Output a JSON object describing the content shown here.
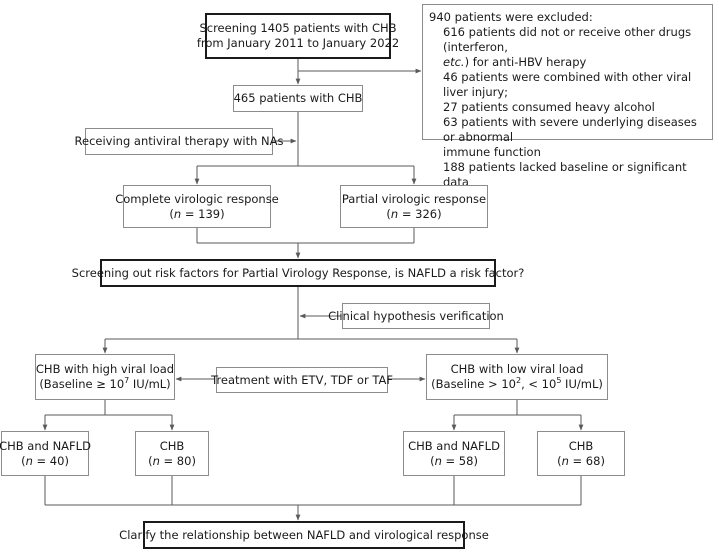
{
  "screening": {
    "line1": "Screening 1405 patients with CHB",
    "line2": "from January 2011 to January 2022"
  },
  "excluded": {
    "heading": "940 patients were excluded:",
    "item1_pre": "616 patients did not or receive other drugs (interferon,",
    "item1_etc": "etc.",
    "item1_post": ") for anti-HBV herapy",
    "item2": "46 patients were combined with other viral liver injury;",
    "item3": "27 patients consumed heavy alcohol",
    "item4a": "63 patients with severe underlying diseases or abnormal",
    "item4b": "immune function",
    "item5": "188 patients lacked baseline or significant data"
  },
  "chb465": "465 patients with CHB",
  "antiviral": "Receiving antiviral therapy with NAs",
  "complete": {
    "label": "Complete virologic response",
    "n_prefix": "n",
    "n_value": " = 139)"
  },
  "partial": {
    "label": "Partial virologic response",
    "n_prefix": "n",
    "n_value": " = 326)"
  },
  "risk": "Screening out risk factors for Partial Virology Response, is NAFLD a risk factor?",
  "clinical": "Clinical hypothesis verification",
  "high_load": {
    "label": "CHB with high viral load",
    "baseline_pre": "(Baseline ≥ 10",
    "baseline_exp": "7",
    "baseline_post": " IU/mL)"
  },
  "treatment": "Treatment with ETV, TDF or TAF",
  "low_load": {
    "label": "CHB with low viral load",
    "baseline_pre": "(Baseline > 10",
    "baseline_exp1": "2",
    "baseline_mid": ", < 10",
    "baseline_exp2": "5",
    "baseline_post": " IU/mL)"
  },
  "groups": [
    {
      "label": "CHB and NAFLD",
      "n_prefix": "n",
      "n_value": " = 40)"
    },
    {
      "label": "CHB",
      "n_prefix": "n",
      "n_value": " = 80)"
    },
    {
      "label": "CHB and NAFLD",
      "n_prefix": "n",
      "n_value": " = 58)"
    },
    {
      "label": "CHB",
      "n_prefix": "n",
      "n_value": " = 68)"
    }
  ],
  "clarify": "Clarify the relationship between NAFLD and virological response",
  "colors": {
    "line": "#5a5a5a",
    "border": "#8c8c8c",
    "bold_border": "#1a1a1a"
  }
}
